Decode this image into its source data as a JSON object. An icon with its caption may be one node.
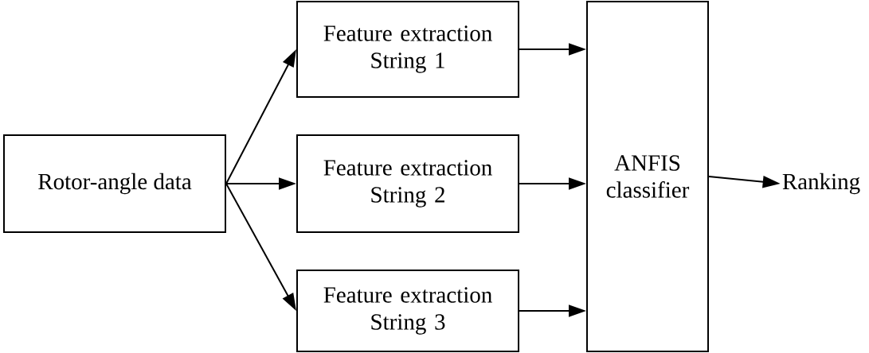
{
  "diagram": {
    "nodes": [
      {
        "text": [
          "Rotor-angle data"
        ]
      },
      {
        "text": [
          "Feature extraction String 1"
        ]
      },
      {
        "text": [
          "Feature extraction String 2"
        ]
      },
      {
        "text": [
          "Feature extraction String 3"
        ]
      },
      {
        "text": [
          "ANFIS classifier"
        ]
      },
      {
        "text": [
          "Ranking"
        ]
      }
    ],
    "edges": [
      {
        "from": 0,
        "to": 1,
        "arrow": "to"
      },
      {
        "from": 0,
        "to": 2,
        "arrow": "to"
      },
      {
        "from": 0,
        "to": 3,
        "arrow": "to"
      },
      {
        "from": 1,
        "to": 4,
        "arrow": "to"
      },
      {
        "from": 2,
        "to": 4,
        "arrow": "to"
      },
      {
        "from": 3,
        "to": 4,
        "arrow": "to"
      },
      {
        "from": 4,
        "to": 5,
        "arrow": "to"
      }
    ]
  }
}
